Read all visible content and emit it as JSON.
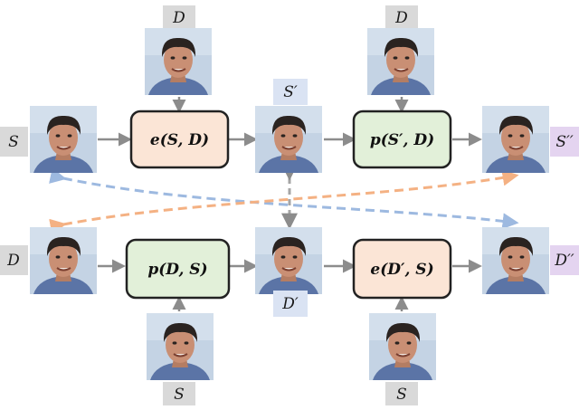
{
  "colors": {
    "box_encode_fill": "#fbe5d6",
    "box_predict_fill": "#e2f0d9",
    "box_stroke": "#222222",
    "tag_gray": "#d9d9d9",
    "tag_blue": "#dae3f3",
    "tag_purple": "#e4d4f0",
    "arrow_gray": "#8c8c8c",
    "dash_blue": "#9db9e0",
    "dash_orange": "#f4b183",
    "face_bg": "#c4d3e4",
    "hair": "#2a2320",
    "skin": "#c98f74",
    "shirt": "#5b74a6"
  },
  "top_row": {
    "source_label": "S",
    "driving_label_top_left": "D",
    "encode_box": "e(S, D)",
    "mid_label": "S′",
    "driving_label_top_right": "D",
    "predict_box": "p(S′, D)",
    "output_label": "S′′"
  },
  "bottom_row": {
    "source_label": "D",
    "predict_box": "p(D, S)",
    "source_label_bottom_left": "S",
    "mid_label": "D′",
    "encode_box": "e(D′, S)",
    "source_label_bottom_right": "S",
    "output_label": "D′′"
  },
  "icons": {
    "face": "face-photo"
  }
}
